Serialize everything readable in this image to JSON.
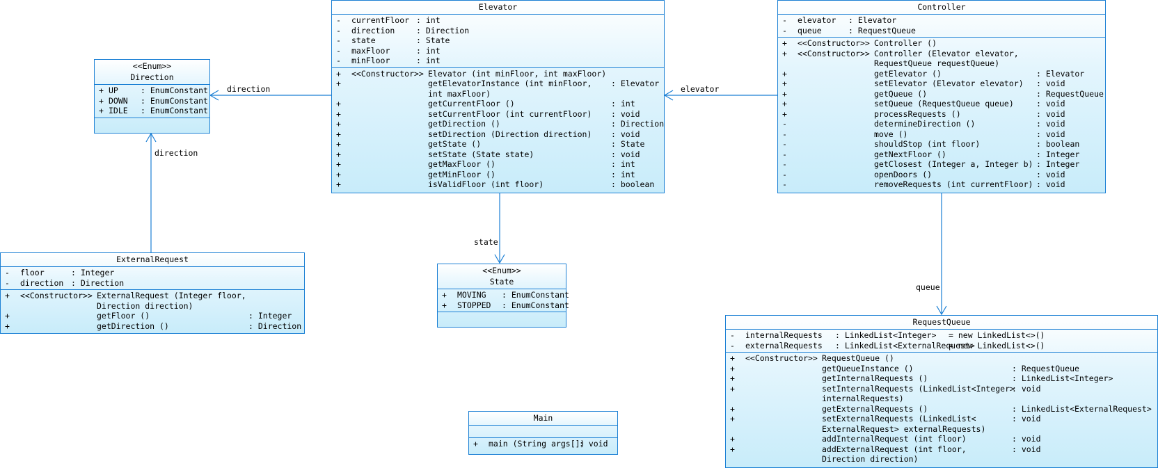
{
  "classes": {
    "direction": {
      "stereotype": "<<Enum>>",
      "name": "Direction",
      "attributes": [
        {
          "vis": "+",
          "name": "UP",
          "type": ": EnumConstant"
        },
        {
          "vis": "+",
          "name": "DOWN",
          "type": ": EnumConstant"
        },
        {
          "vis": "+",
          "name": "IDLE",
          "type": ": EnumConstant"
        }
      ]
    },
    "elevator": {
      "name": "Elevator",
      "attributes": [
        {
          "vis": "-",
          "name": "currentFloor",
          "type": ": int"
        },
        {
          "vis": "-",
          "name": "direction",
          "type": ": Direction"
        },
        {
          "vis": "-",
          "name": "state",
          "type": ": State"
        },
        {
          "vis": "-",
          "name": "maxFloor",
          "type": ": int"
        },
        {
          "vis": "-",
          "name": "minFloor",
          "type": ": int"
        }
      ],
      "methods": [
        {
          "vis": "+",
          "stereo": "<<Constructor>>",
          "sig": "Elevator (int minFloor, int maxFloor)",
          "ret": ""
        },
        {
          "vis": "+",
          "stereo": "",
          "sig": "getElevatorInstance (int minFloor,",
          "ret": ": Elevator"
        },
        {
          "vis": "",
          "stereo": "",
          "sig": " int maxFloor)",
          "ret": ""
        },
        {
          "vis": "+",
          "stereo": "",
          "sig": "getCurrentFloor ()",
          "ret": ": int"
        },
        {
          "vis": "+",
          "stereo": "",
          "sig": "setCurrentFloor (int currentFloor)",
          "ret": ": void"
        },
        {
          "vis": "+",
          "stereo": "",
          "sig": "getDirection ()",
          "ret": ": Direction"
        },
        {
          "vis": "+",
          "stereo": "",
          "sig": "setDirection (Direction direction)",
          "ret": ": void"
        },
        {
          "vis": "+",
          "stereo": "",
          "sig": "getState ()",
          "ret": ": State"
        },
        {
          "vis": "+",
          "stereo": "",
          "sig": "setState (State state)",
          "ret": ": void"
        },
        {
          "vis": "+",
          "stereo": "",
          "sig": "getMaxFloor ()",
          "ret": ": int"
        },
        {
          "vis": "+",
          "stereo": "",
          "sig": "getMinFloor ()",
          "ret": ": int"
        },
        {
          "vis": "+",
          "stereo": "",
          "sig": "isValidFloor (int floor)",
          "ret": ": boolean"
        }
      ]
    },
    "controller": {
      "name": "Controller",
      "attributes": [
        {
          "vis": "-",
          "name": "elevator",
          "type": ": Elevator"
        },
        {
          "vis": "-",
          "name": "queue",
          "type": ": RequestQueue"
        }
      ],
      "methods": [
        {
          "vis": "+",
          "stereo": "<<Constructor>>",
          "sig": "Controller ()",
          "ret": ""
        },
        {
          "vis": "+",
          "stereo": "<<Constructor>>",
          "sig": "Controller (Elevator elevator,",
          "ret": ""
        },
        {
          "vis": "",
          "stereo": "",
          "sig": " RequestQueue requestQueue)",
          "ret": ""
        },
        {
          "vis": "+",
          "stereo": "",
          "sig": "getElevator ()",
          "ret": ": Elevator"
        },
        {
          "vis": "+",
          "stereo": "",
          "sig": "setElevator (Elevator elevator)",
          "ret": ": void"
        },
        {
          "vis": "+",
          "stereo": "",
          "sig": "getQueue ()",
          "ret": ": RequestQueue"
        },
        {
          "vis": "+",
          "stereo": "",
          "sig": "setQueue (RequestQueue queue)",
          "ret": ": void"
        },
        {
          "vis": "+",
          "stereo": "",
          "sig": "processRequests ()",
          "ret": ": void"
        },
        {
          "vis": "-",
          "stereo": "",
          "sig": "determineDirection ()",
          "ret": ": void"
        },
        {
          "vis": "-",
          "stereo": "",
          "sig": "move ()",
          "ret": ": void"
        },
        {
          "vis": "-",
          "stereo": "",
          "sig": "shouldStop (int floor)",
          "ret": ": boolean"
        },
        {
          "vis": "-",
          "stereo": "",
          "sig": "getNextFloor ()",
          "ret": ": Integer"
        },
        {
          "vis": "-",
          "stereo": "",
          "sig": "getClosest (Integer a, Integer b)",
          "ret": ": Integer"
        },
        {
          "vis": "-",
          "stereo": "",
          "sig": "openDoors ()",
          "ret": ": void"
        },
        {
          "vis": "-",
          "stereo": "",
          "sig": "removeRequests (int currentFloor)",
          "ret": ": void"
        }
      ]
    },
    "external_request": {
      "name": "ExternalRequest",
      "attributes": [
        {
          "vis": "-",
          "name": "floor",
          "type": ": Integer"
        },
        {
          "vis": "-",
          "name": "direction",
          "type": ": Direction"
        }
      ],
      "methods": [
        {
          "vis": "+",
          "stereo": "<<Constructor>>",
          "sig": "ExternalRequest (Integer floor,",
          "ret": ""
        },
        {
          "vis": "",
          "stereo": "",
          "sig": " Direction direction)",
          "ret": ""
        },
        {
          "vis": "+",
          "stereo": "",
          "sig": "getFloor ()",
          "ret": ": Integer"
        },
        {
          "vis": "+",
          "stereo": "",
          "sig": "getDirection ()",
          "ret": ": Direction"
        }
      ]
    },
    "state": {
      "stereotype": "<<Enum>>",
      "name": "State",
      "attributes": [
        {
          "vis": "+",
          "name": "MOVING",
          "type": ": EnumConstant"
        },
        {
          "vis": "+",
          "name": "STOPPED",
          "type": ": EnumConstant"
        }
      ]
    },
    "request_queue": {
      "name": "RequestQueue",
      "attributes": [
        {
          "vis": "-",
          "name": "internalRequests",
          "type": ": LinkedList<Integer>",
          "init": "= new LinkedList<>()"
        },
        {
          "vis": "-",
          "name": "externalRequests",
          "type": ": LinkedList<ExternalRequest>",
          "init": "= new LinkedList<>()"
        }
      ],
      "methods": [
        {
          "vis": "+",
          "stereo": "<<Constructor>>",
          "sig": "RequestQueue ()",
          "ret": ""
        },
        {
          "vis": "+",
          "stereo": "",
          "sig": "getQueueInstance ()",
          "ret": ": RequestQueue"
        },
        {
          "vis": "+",
          "stereo": "",
          "sig": "getInternalRequests ()",
          "ret": ": LinkedList<Integer>"
        },
        {
          "vis": "+",
          "stereo": "",
          "sig": "setInternalRequests (LinkedList<Integer>",
          "ret": ": void"
        },
        {
          "vis": "",
          "stereo": "",
          "sig": " internalRequests)",
          "ret": ""
        },
        {
          "vis": "+",
          "stereo": "",
          "sig": "getExternalRequests ()",
          "ret": ": LinkedList<ExternalRequest>"
        },
        {
          "vis": "+",
          "stereo": "",
          "sig": "setExternalRequests (LinkedList<",
          "ret": ": void"
        },
        {
          "vis": "",
          "stereo": "",
          "sig": "ExternalRequest> externalRequests)",
          "ret": ""
        },
        {
          "vis": "+",
          "stereo": "",
          "sig": "addInternalRequest (int floor)",
          "ret": ": void"
        },
        {
          "vis": "+",
          "stereo": "",
          "sig": "addExternalRequest (int floor,",
          "ret": ": void"
        },
        {
          "vis": "",
          "stereo": "",
          "sig": " Direction direction)",
          "ret": ""
        }
      ]
    },
    "main": {
      "name": "Main",
      "attributes": [],
      "methods": [
        {
          "vis": "+",
          "stereo": "",
          "sig": "main (String args[])",
          "ret": ": void"
        }
      ]
    }
  },
  "associations": [
    {
      "label": "direction",
      "from": "Elevator",
      "to": "Direction"
    },
    {
      "label": "direction",
      "from": "ExternalRequest",
      "to": "Direction"
    },
    {
      "label": "state",
      "from": "Elevator",
      "to": "State"
    },
    {
      "label": "elevator",
      "from": "Controller",
      "to": "Elevator"
    },
    {
      "label": "queue",
      "from": "Controller",
      "to": "RequestQueue"
    }
  ]
}
